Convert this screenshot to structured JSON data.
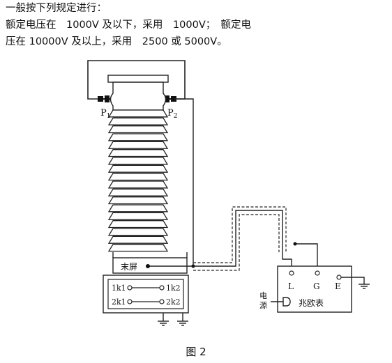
{
  "intro": {
    "line1": "一般按下列规定进行：",
    "line2": "额定电压在　1000V 及以下，采用　1000V；　额定电",
    "line3": "压在 10000V 及以上，采用　2500 或 5000V。"
  },
  "diagram": {
    "p1": "P",
    "p1_sub": "1",
    "p2": "P",
    "p2_sub": "2",
    "end_screen": "末屏",
    "terminals": {
      "t1k1": "1k1",
      "t1k2": "1k2",
      "t2k1": "2k1",
      "t2k2": "2k2"
    },
    "megger": {
      "L": "L",
      "G": "G",
      "E": "E",
      "name": "兆欧表",
      "power1": "电",
      "power2": "源"
    }
  },
  "caption": "图 2"
}
